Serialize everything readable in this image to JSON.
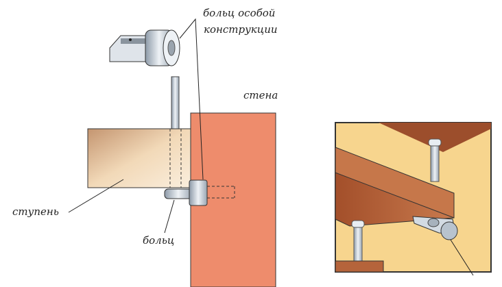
{
  "labels": {
    "special_bolt_line1": "больц особой",
    "special_bolt_line2": "конструкции",
    "wall": "стена",
    "step": "ступень",
    "bolt": "больц"
  },
  "colors": {
    "wall": "#ee8c6c",
    "step_light": "#f7e3c4",
    "step_dark": "#c89a72",
    "metal": "#c9d3dc",
    "inset_bg": "#f7d58e",
    "wood": "#b5643b"
  }
}
